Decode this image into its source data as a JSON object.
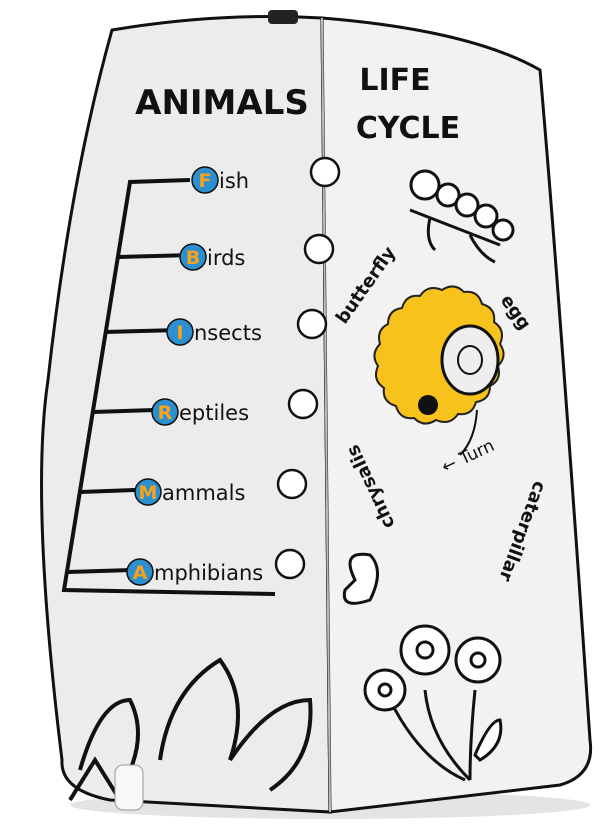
{
  "left_panel": {
    "title": "ANIMALS",
    "items": [
      {
        "letter": "F",
        "rest": "ish",
        "icon": "fish-icon"
      },
      {
        "letter": "B",
        "rest": "irds",
        "icon": "bird-icon"
      },
      {
        "letter": "I",
        "rest": "nsects",
        "icon": "bee-icon"
      },
      {
        "letter": "R",
        "rest": "eptiles",
        "icon": "snake-icon"
      },
      {
        "letter": "M",
        "rest": "ammals",
        "icon": "lion-icon"
      },
      {
        "letter": "A",
        "rest": "mphibians",
        "icon": "frog-icon"
      }
    ]
  },
  "right_panel": {
    "title_line1": "LIFE",
    "title_line2": "CYCLE",
    "wheel": {
      "labels": {
        "butterfly": "butterfly",
        "egg": "egg",
        "caterpillar": "caterpillar",
        "chrysalis": "chrysalis"
      },
      "turn_label": "Turn"
    }
  },
  "colors": {
    "wheel": "#f7c21b",
    "badge": "#2b8fd0",
    "letter": "#f7a21b",
    "panel": "#ececec"
  }
}
